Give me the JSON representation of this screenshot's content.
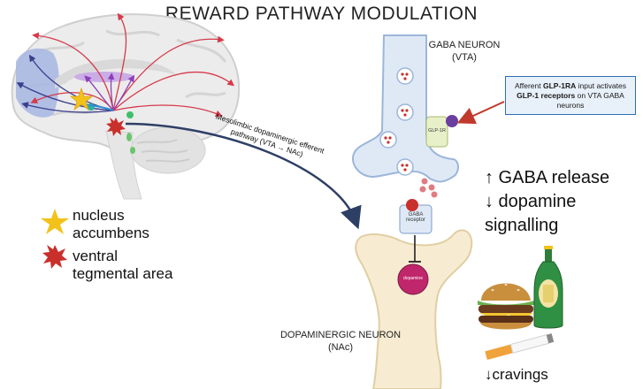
{
  "title": "REWARD PATHWAY MODULATION",
  "gaba_neuron": {
    "line1": "GABA NEURON",
    "line2": "(VTA)"
  },
  "dopaminergic_neuron": {
    "line1": "DOPAMINERGIC NEURON",
    "line2": "(NAc)"
  },
  "callout": {
    "part1": "Afferent ",
    "bold1": "GLP-1RA",
    "part2": " input activates ",
    "bold2": "GLP-1 receptors",
    "part3": " on VTA GABA neurons"
  },
  "pathway_label": {
    "line1": "Mesolimbic dopaminergic efferent",
    "line2": "pathway (VTA → NAc)"
  },
  "receptor_labels": {
    "glp1r": "GLP-1R",
    "gaba_receptor_line1": "GABA",
    "gaba_receptor_line2": "receptor",
    "dopamine": "dopamine"
  },
  "effects": {
    "line1": "↑ GABA release",
    "line2": "↓ dopamine",
    "line3": "signalling"
  },
  "cravings": "↓cravings",
  "legend": [
    {
      "icon": "star-icon",
      "color": "#f2c21b",
      "line1": "nucleus",
      "line2": "accumbens"
    },
    {
      "icon": "burst-icon",
      "color": "#c9302c",
      "line1": "ventral",
      "line2": "tegmental area"
    }
  ],
  "colors": {
    "arrow": "#2e3f66",
    "callout_border": "#2c6fb3",
    "callout_arrow": "#c0392b",
    "vesicle": "#c9302c",
    "neuron_fill": "#dfe9f6",
    "dopa_fill": "#f7ecd2"
  }
}
